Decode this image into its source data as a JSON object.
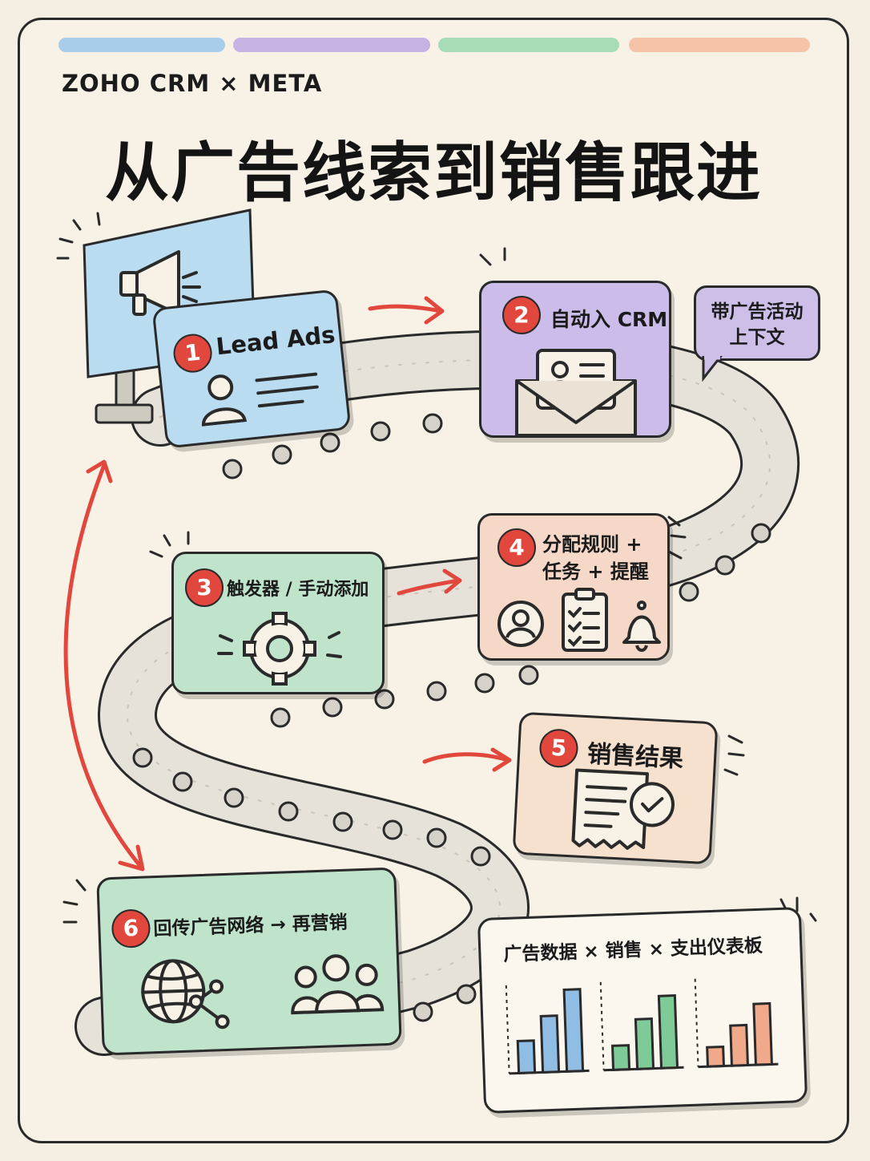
{
  "header": {
    "brand": "ZOHO CRM × META",
    "title": "从广告线索到销售跟进"
  },
  "colors": {
    "stripe_blue": "#a8cdea",
    "stripe_purple": "#c5b3e3",
    "stripe_green": "#a6dcb8",
    "stripe_orange": "#f5c3a7",
    "accent_red": "#e2473d"
  },
  "steps": [
    {
      "number": "1",
      "label": "Lead Ads",
      "color": "#b9dcf1"
    },
    {
      "number": "2",
      "label": "自动入 CRM",
      "color": "#cbbce9"
    },
    {
      "number": "3",
      "label": "触发器 / 手动添加",
      "color": "#bfe3cb"
    },
    {
      "number": "4",
      "label_line1": "分配规则 +",
      "label_line2": "任务 + 提醒",
      "color": "#f5d8c8"
    },
    {
      "number": "5",
      "label": "销售结果",
      "color": "#f6e1cf"
    },
    {
      "number": "6",
      "label": "回传广告网络 → 再营销",
      "color": "#bfe3cb"
    }
  ],
  "callout": {
    "line1": "带广告活动",
    "line2": "上下文"
  },
  "dashboard": {
    "title": "广告数据 × 销售 × 支出仪表板"
  },
  "icons": [
    "megaphone-icon",
    "user-icon",
    "envelope-contact-icon",
    "gear-icon",
    "user-circle-icon",
    "clipboard-checklist-icon",
    "bell-icon",
    "receipt-check-icon",
    "globe-network-icon",
    "group-icon",
    "bar-chart-icon"
  ]
}
